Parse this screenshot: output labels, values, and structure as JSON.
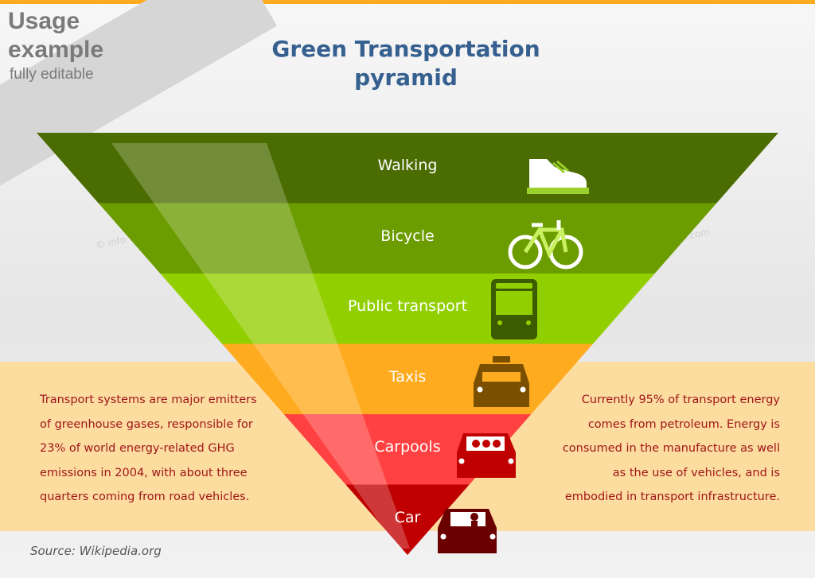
{
  "ribbon": {
    "line1": "Usage",
    "line2": "example",
    "line3": "fully editable"
  },
  "title": {
    "line1": "Green Transportation",
    "line2": "pyramid"
  },
  "levels": [
    {
      "label": "Walking",
      "color": "#4b6c00",
      "icon": "shoe-icon"
    },
    {
      "label": "Bicycle",
      "color": "#6b9c00",
      "icon": "bicycle-icon"
    },
    {
      "label": "Public transport",
      "color": "#92cf00",
      "icon": "bus-icon"
    },
    {
      "label": "Taxis",
      "color": "#ffab1f",
      "icon": "taxi-icon"
    },
    {
      "label": "Carpools",
      "color": "#ff4141",
      "icon": "carpool-car-icon"
    },
    {
      "label": "Car",
      "color": "#c00000",
      "icon": "car-icon"
    }
  ],
  "left_text": "Transport systems are major emitters of greenhouse gases, responsible for 23% of world energy-related GHG emissions in 2004, with about three quarters coming from road vehicles.",
  "right_text": "Currently 95% of transport energy comes from petroleum. Energy is consumed in the manufacture as well as the use of vehicles, and is embodied in transport infrastructure.",
  "source": "Source: Wikipedia.org",
  "accent_color": "#ffab1f"
}
